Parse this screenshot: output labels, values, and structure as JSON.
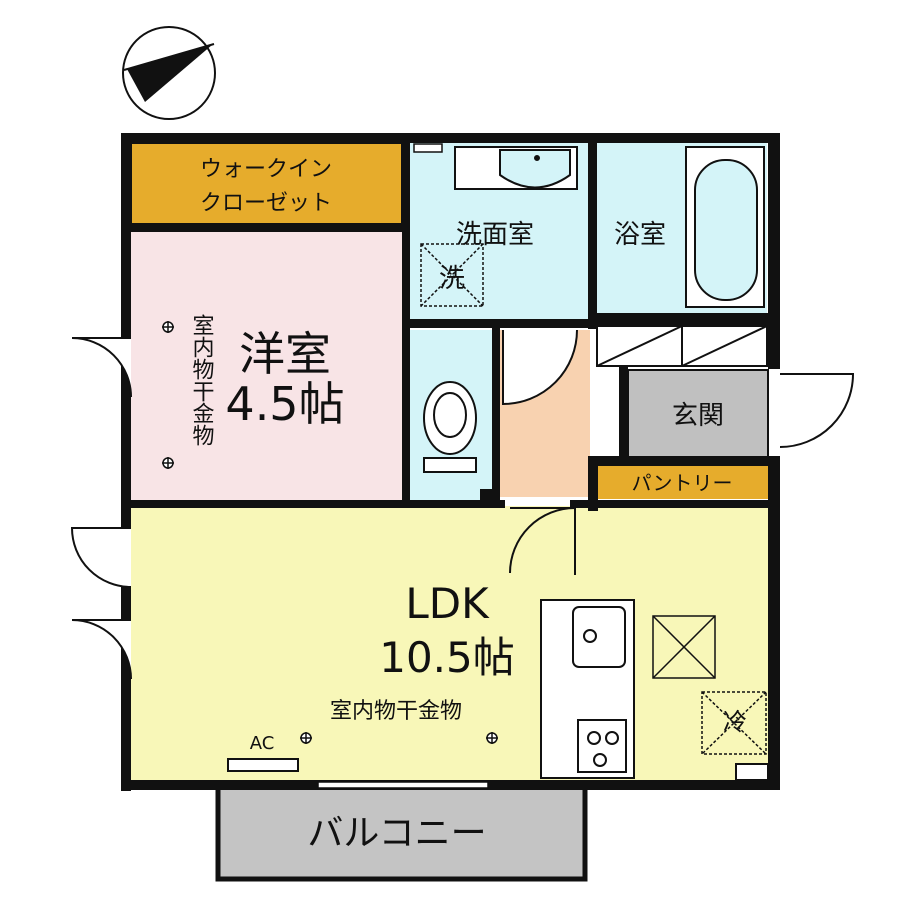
{
  "colors": {
    "walk_in_closet": "#e6ac2c",
    "western_room": "#f8e4e6",
    "ldk": "#f8f7b8",
    "wet_area": "#d4f4f8",
    "hall": "#f8d2b0",
    "entrance": "#c0c0c0",
    "pantry": "#e6ac2c",
    "balcony": "#c4c4c4",
    "wall": "#111111"
  },
  "compass": {
    "icon": "north-arrow-icon"
  },
  "rooms": {
    "walk_in_closet": {
      "line1": "ウォークイン",
      "line2": "クローゼット"
    },
    "western_room": {
      "name": "洋室",
      "size": "4.5帖",
      "drying_label": "室内物干金物"
    },
    "washroom": {
      "name": "洗面室",
      "washer_mark": "洗"
    },
    "bathroom": {
      "name": "浴室"
    },
    "entrance": {
      "name": "玄関"
    },
    "pantry": {
      "name": "パントリー"
    },
    "ldk": {
      "name": "LDK",
      "size": "10.5帖",
      "drying_label": "室内物干金物",
      "ac_label": "AC",
      "fridge_mark": "冷"
    },
    "balcony": {
      "name": "バルコニー"
    }
  }
}
